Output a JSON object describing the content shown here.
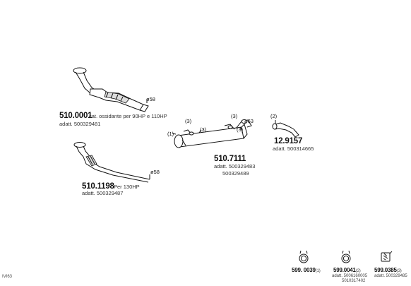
{
  "parts": {
    "p1": {
      "code": "510.0001",
      "desc": "cat. ossidante per 90HP e 110HP",
      "adatt": "adatt. 500329481",
      "diameter": "ø58"
    },
    "p2": {
      "code": "510.1198",
      "desc": "Per 130HP",
      "adatt": "adatt. 500329487",
      "diameter": "ø58"
    },
    "p3": {
      "code": "510.7111",
      "adatt1": "adatt. 500329483",
      "adatt2": "500329489",
      "callouts": [
        "(1)",
        "(3)",
        "(3)",
        "(3)",
        "(3)"
      ],
      "diameter": "ø63"
    },
    "p4": {
      "code": "12.9157",
      "adatt": "adatt. 500314665",
      "callout": "(2)"
    },
    "clamp1": {
      "code": "599. 0039",
      "qty": "(1)"
    },
    "clamp2": {
      "code": "599.0041",
      "qty": "(2)",
      "adatt1": "adatt. 5006160005",
      "adatt2": "5010317402"
    },
    "clamp3": {
      "code": "599.0385",
      "qty": "(3)",
      "adatt": "adatt. 500329485"
    }
  },
  "footer": {
    "id": "IVI63"
  }
}
